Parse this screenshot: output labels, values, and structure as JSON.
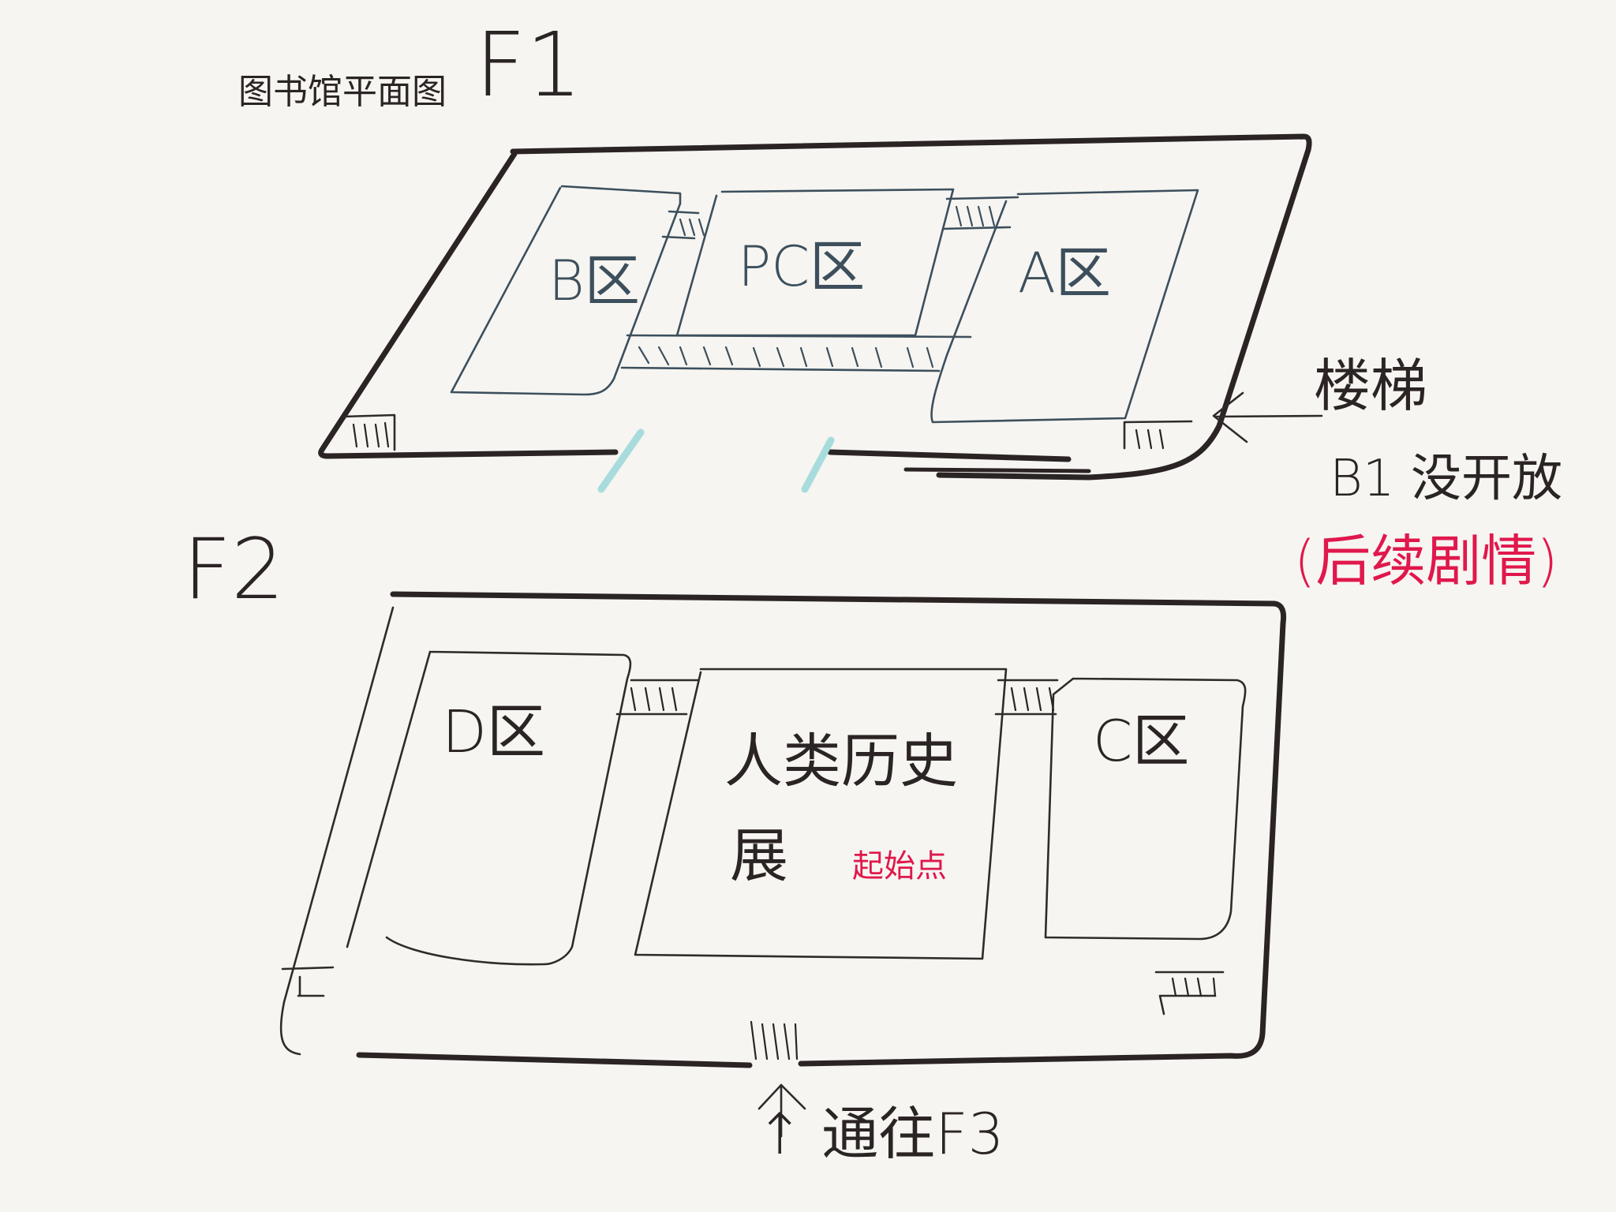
{
  "diagram": {
    "f1": {
      "subtitle": "图书馆平面图",
      "floor": "F1",
      "zones": {
        "b": "B区",
        "pc": "PC区",
        "a": "A区"
      },
      "stairs_label": "楼梯",
      "b1_note": "B1 没开放",
      "plot_note": "(后续剧情)"
    },
    "f2": {
      "floor": "F2",
      "zones": {
        "d": "D区",
        "exhibit_line1": "人类历史",
        "exhibit_line2": "展",
        "c": "C区"
      },
      "start_point": "起始点",
      "to_f3": "↑ 通往F3"
    }
  },
  "colors": {
    "ink": "#2b2424",
    "zone_blue": "#3d4f5c",
    "door_cyan": "#a8dcdc",
    "note_red": "#e0184c",
    "paper": "#f6f5f1"
  }
}
